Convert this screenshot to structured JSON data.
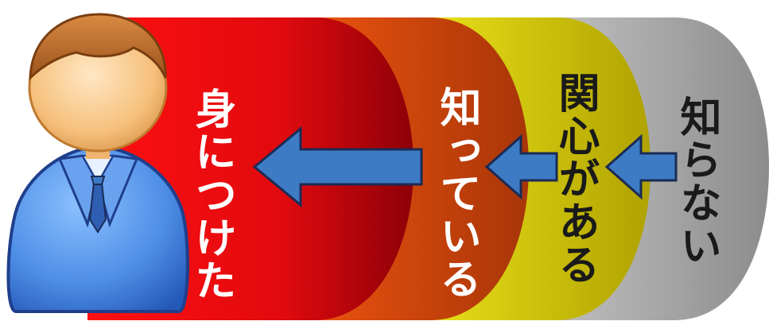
{
  "diagram": {
    "stages": [
      {
        "id": "stage1",
        "label": "知らない",
        "color_light": "#e8e8e8",
        "color_dark": "#8c8c8c"
      },
      {
        "id": "stage2",
        "label": "関心がある",
        "color_light": "#f2ee3a",
        "color_dark": "#b8a800"
      },
      {
        "id": "stage3",
        "label": "知っている",
        "color_light": "#f07a1a",
        "color_dark": "#b8400a"
      },
      {
        "id": "stage4",
        "label": "身につけた",
        "color_light": "#ff1a1a",
        "color_dark": "#9a0008"
      }
    ],
    "arrow_color": "#3d7cc4",
    "arrow_outline": "#1b2b55",
    "person": {
      "skin": "#f7c98a",
      "hair": "#b8692a",
      "suit": "#4f8be0",
      "shirt": "#cfe3ff",
      "tie": "#2f5fb3"
    }
  }
}
